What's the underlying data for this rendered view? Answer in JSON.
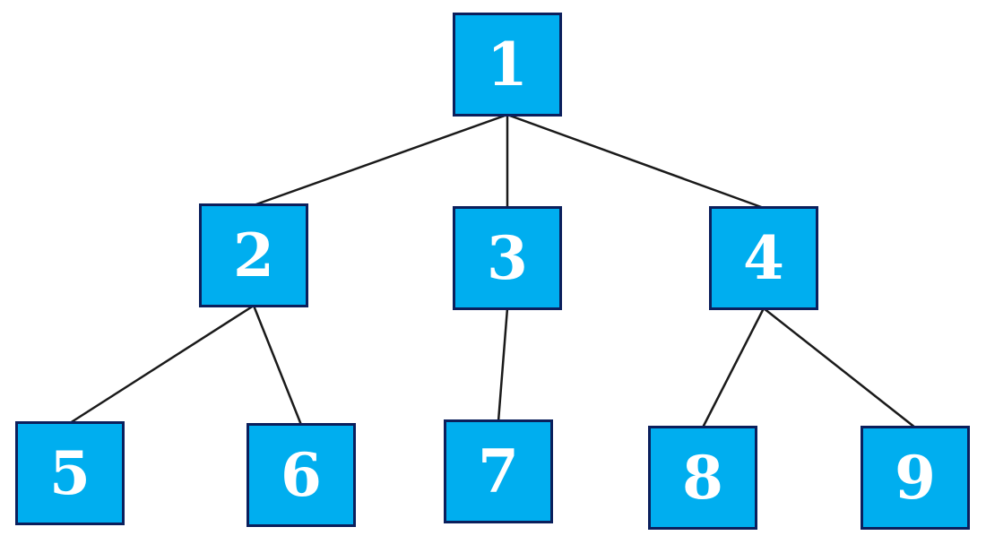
{
  "diagram": {
    "type": "tree",
    "node_fill": "#00aeef",
    "node_border": "#0b1f5c",
    "node_text_color": "#ffffff",
    "edge_color": "#1a1a1a",
    "nodes": [
      {
        "id": "n1",
        "label": "1"
      },
      {
        "id": "n2",
        "label": "2"
      },
      {
        "id": "n3",
        "label": "3"
      },
      {
        "id": "n4",
        "label": "4"
      },
      {
        "id": "n5",
        "label": "5"
      },
      {
        "id": "n6",
        "label": "6"
      },
      {
        "id": "n7",
        "label": "7"
      },
      {
        "id": "n8",
        "label": "8"
      },
      {
        "id": "n9",
        "label": "9"
      }
    ],
    "edges": [
      {
        "from": "n1",
        "to": "n2"
      },
      {
        "from": "n1",
        "to": "n3"
      },
      {
        "from": "n1",
        "to": "n4"
      },
      {
        "from": "n2",
        "to": "n5"
      },
      {
        "from": "n2",
        "to": "n6"
      },
      {
        "from": "n3",
        "to": "n7"
      },
      {
        "from": "n4",
        "to": "n8"
      },
      {
        "from": "n4",
        "to": "n9"
      }
    ]
  }
}
